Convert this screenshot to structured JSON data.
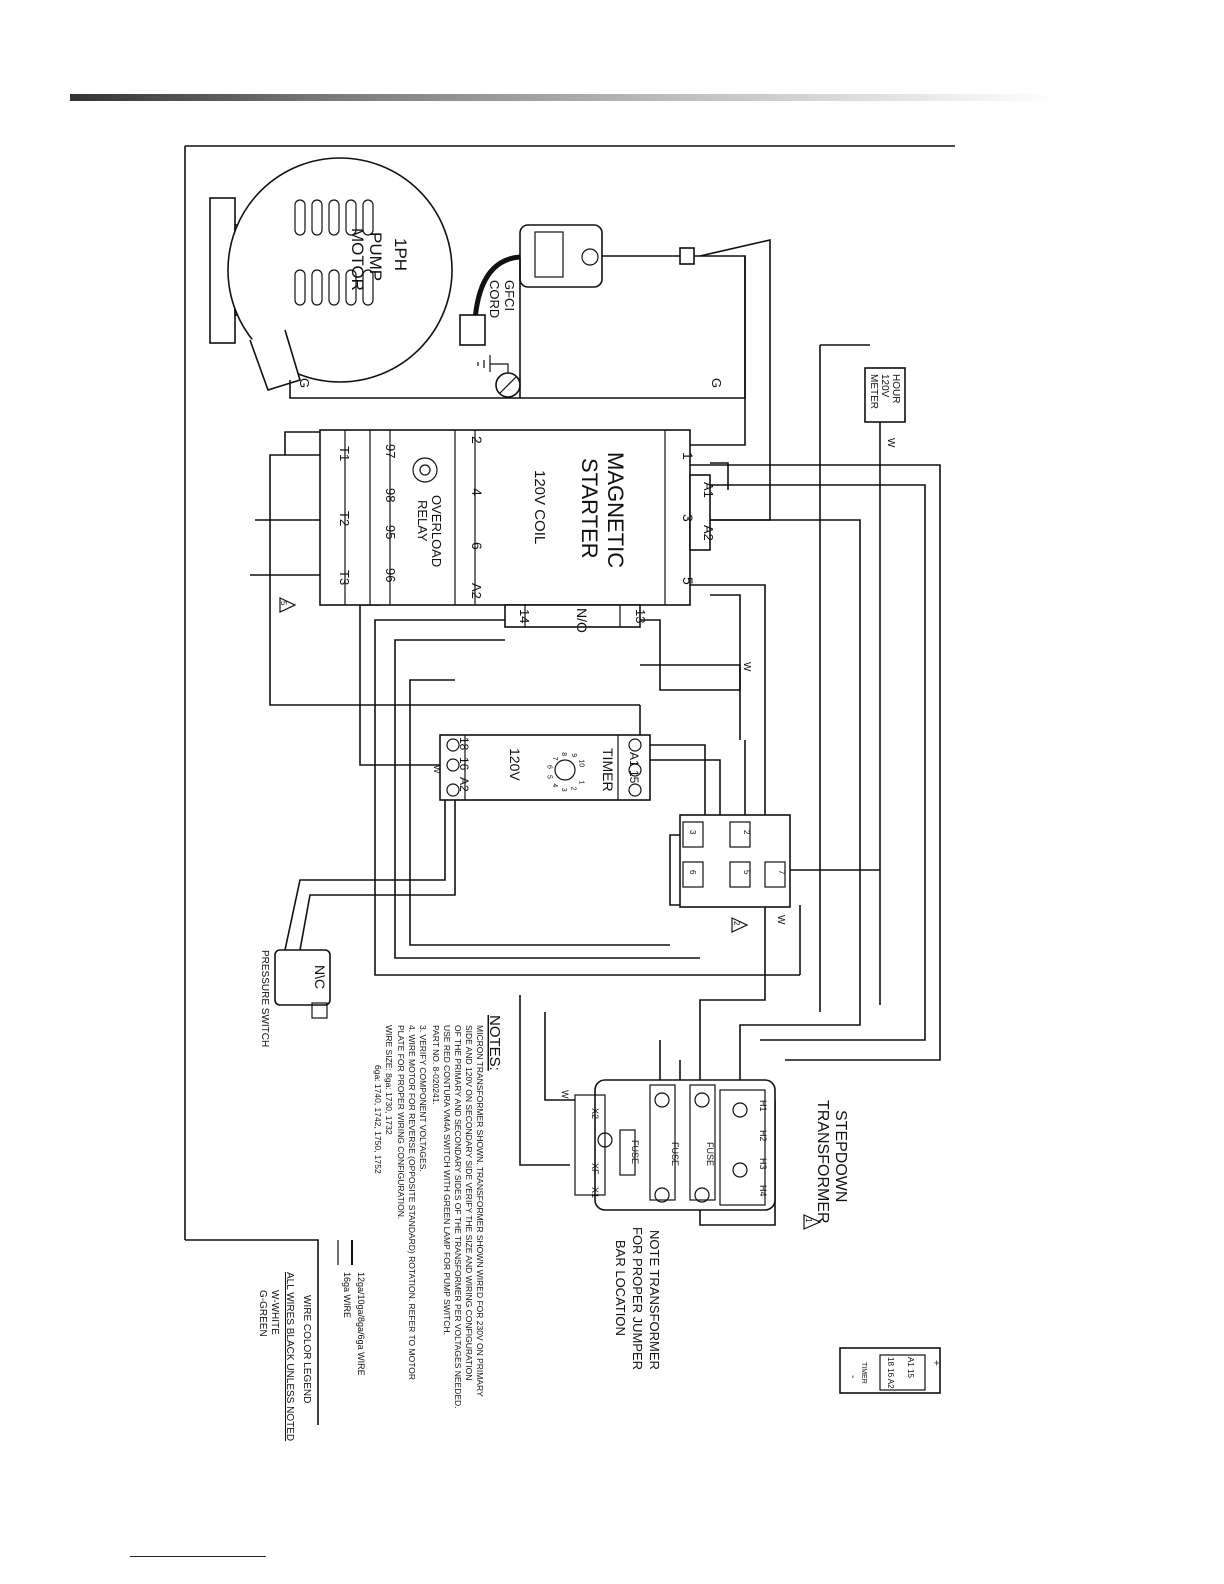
{
  "motor": {
    "line1": "1PH",
    "line2": "PUMP",
    "line3": "MOTOR",
    "ground_label": "G"
  },
  "gfci": {
    "line1": "GFCI",
    "line2": "CORD",
    "ground_label": "G"
  },
  "hour_meter": {
    "line1": "HOUR",
    "line2": "120V",
    "line3": "METER",
    "wire_label": "W"
  },
  "starter": {
    "title1": "MAGNETIC",
    "title2": "STARTER",
    "coil": "120V COIL",
    "overload1": "OVERLOAD",
    "overload2": "RELAY",
    "top_terminals": [
      "1",
      "3",
      "5"
    ],
    "coil_terminals": [
      "A1",
      "A2"
    ],
    "line_terminals": [
      "2",
      "4",
      "6",
      "A2"
    ],
    "overload_terminals": [
      "97",
      "98",
      "95",
      "96"
    ],
    "motor_terminals": [
      "T1",
      "T2",
      "T3"
    ],
    "aux_label": "N/O",
    "aux_terminals": [
      "14",
      "13"
    ],
    "note_ref": "5"
  },
  "timer": {
    "title": "TIMER",
    "voltage": "120V",
    "top_terminals": [
      "A1",
      "15"
    ],
    "bottom_terminals": [
      "18",
      "16",
      "A2"
    ],
    "dial": [
      "1",
      "2",
      "3",
      "4",
      "5",
      "6",
      "7",
      "8",
      "9",
      "10"
    ]
  },
  "relay_socket": {
    "terminals": [
      "2",
      "3",
      "5",
      "6",
      "7"
    ],
    "note_ref": "2"
  },
  "pressure_switch": {
    "label": "PRESSURE SWITCH",
    "contact": "N\\C"
  },
  "transformer": {
    "title1": "STEPDOWN",
    "title2": "TRANSFORMER",
    "note_ref": "1",
    "primary": [
      "H1",
      "H2",
      "H3",
      "H4"
    ],
    "secondary": [
      "X2",
      "XF",
      "X1"
    ],
    "fuse": "FUSE",
    "note": [
      "NOTE TRANSFORMER",
      "FOR PROPER JUMPER",
      "BAR LOCATION"
    ]
  },
  "wire_white": "W",
  "notes": {
    "title": "NOTES:",
    "lines": [
      "MICRON TRANSFORMER SHOWN. TRANSFORMER SHOWN WIRED FOR 230V ON PRIMARY",
      "SIDE AND 120V ON SECONDARY SIDE VERIFY THE SIZE AND WIRING CONFIGURATION",
      "OF THE PRIMARY AND SECONDARY SIDES OF THE TRANSFORMER PER VOLTAGES NEEDED.",
      "USE RED CONTURA VM4A SWITCH WITH GREEN LAMP FOR PUMP SWITCH.",
      "PART NO. 8-020241.",
      "3. VERIFY COMPONENT VOLTAGES.",
      "4. WIRE MOTOR FOR REVERSE (OPPOSITE STANDARD) ROTATION. REFER TO MOTOR",
      "PLATE FOR PROPER WIRING CONFIGURATION.",
      "WIRE SIZE:   8ga: 1730, 1732",
      "6ga: 1740, 1742, 1750, 1752"
    ]
  },
  "wire_key": {
    "heavy": "12ga/10ga/8ga/6ga WIRE",
    "light": "16ga WIRE"
  },
  "legend": {
    "title": "WIRE COLOR LEGEND",
    "subtitle": "ALL WIRES BLACK UNLESS NOTED",
    "white": "W-WHITE",
    "green": "G-GREEN"
  },
  "timer_inset": {
    "label": "TIMER",
    "plus": "+",
    "minus": "-",
    "top": "A1 15",
    "bottom": "18 16 A2"
  }
}
